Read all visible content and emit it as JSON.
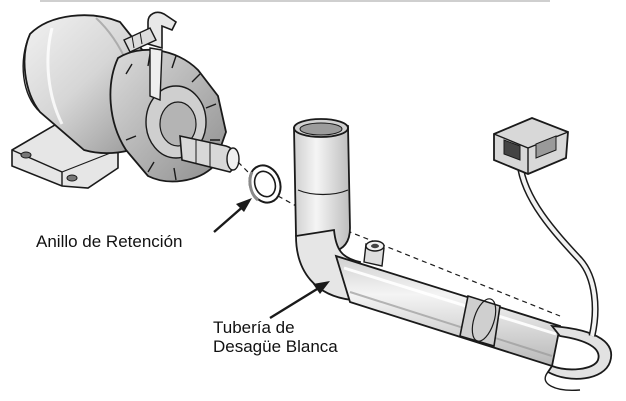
{
  "labels": {
    "retaining_ring": "Anillo de Retención",
    "drain_tube_line1": "Tubería de",
    "drain_tube_line2": "Desagüe Blanca"
  },
  "colors": {
    "stroke": "#1a1a1a",
    "shade_dark": "#8a8a8a",
    "shade_mid": "#bdbdbd",
    "shade_light": "#e4e4e4",
    "background": "#ffffff"
  }
}
